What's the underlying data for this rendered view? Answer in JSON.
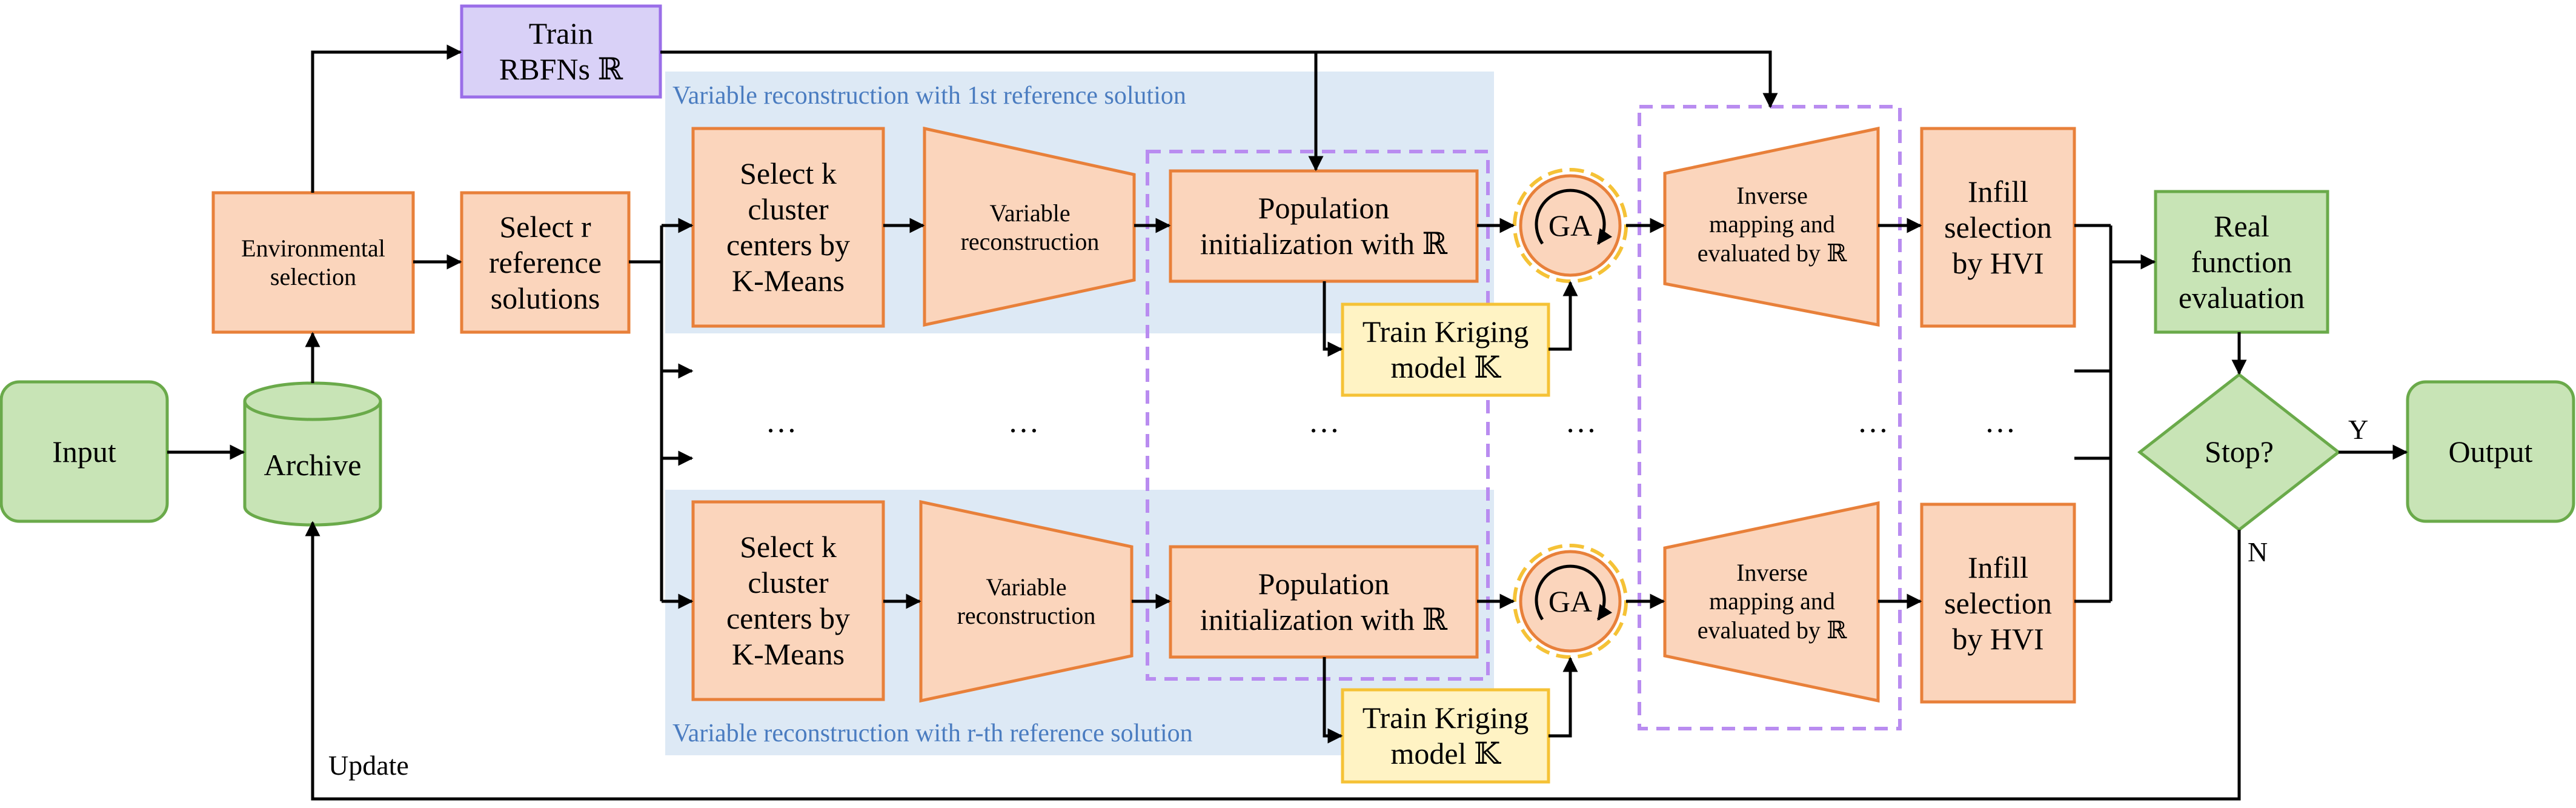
{
  "colors": {
    "orange_fill": "#fbd5bc",
    "orange_stroke": "#e8803a",
    "green_fill": "#c8e4b6",
    "green_stroke": "#6aaa4a",
    "purple_fill": "#d9d1f7",
    "purple_stroke": "#9a6ee8",
    "yellow_fill": "#fff3c4",
    "yellow_stroke": "#f5c236",
    "band_fill": "#dde9f5",
    "band_text": "#4a7cc0",
    "dashed_purple": "#b98cf0",
    "arrow": "#000000"
  },
  "nodes": {
    "input": "Input",
    "archive": "Archive",
    "environmental_selection": [
      "Environmental",
      "selection"
    ],
    "train_rbfns": [
      "Train",
      "RBFNs ℝ"
    ],
    "select_r": [
      "Select r",
      "reference",
      "solutions"
    ],
    "select_k_top": [
      "Select k",
      "cluster",
      "centers by",
      "K-Means"
    ],
    "variable_reconstruction_top": [
      "Variable",
      "reconstruction"
    ],
    "population_init_top": [
      "Population",
      "initialization with ℝ"
    ],
    "ga_top": "GA",
    "train_kriging_top": [
      "Train Kriging",
      "model 𝕂"
    ],
    "inverse_mapping_top": [
      "Inverse",
      "mapping and",
      "evaluated by ℝ"
    ],
    "infill_top": [
      "Infill",
      "selection",
      "by HVI"
    ],
    "select_k_bottom": [
      "Select k",
      "cluster",
      "centers by",
      "K-Means"
    ],
    "variable_reconstruction_bottom": [
      "Variable",
      "reconstruction"
    ],
    "population_init_bottom": [
      "Population",
      "initialization with ℝ"
    ],
    "ga_bottom": "GA",
    "train_kriging_bottom": [
      "Train Kriging",
      "model 𝕂"
    ],
    "inverse_mapping_bottom": [
      "Inverse",
      "mapping and",
      "evaluated by ℝ"
    ],
    "infill_bottom": [
      "Infill",
      "selection",
      "by HVI"
    ],
    "real_function_evaluation": [
      "Real",
      "function",
      "evaluation"
    ],
    "stop": "Stop?",
    "output": "Output"
  },
  "band_labels": {
    "first": "Variable reconstruction with 1st reference solution",
    "rth": "Variable reconstruction with r-th reference solution"
  },
  "ellipsis": "…",
  "edge_labels": {
    "yes": "Y",
    "no": "N",
    "update": "Update"
  }
}
